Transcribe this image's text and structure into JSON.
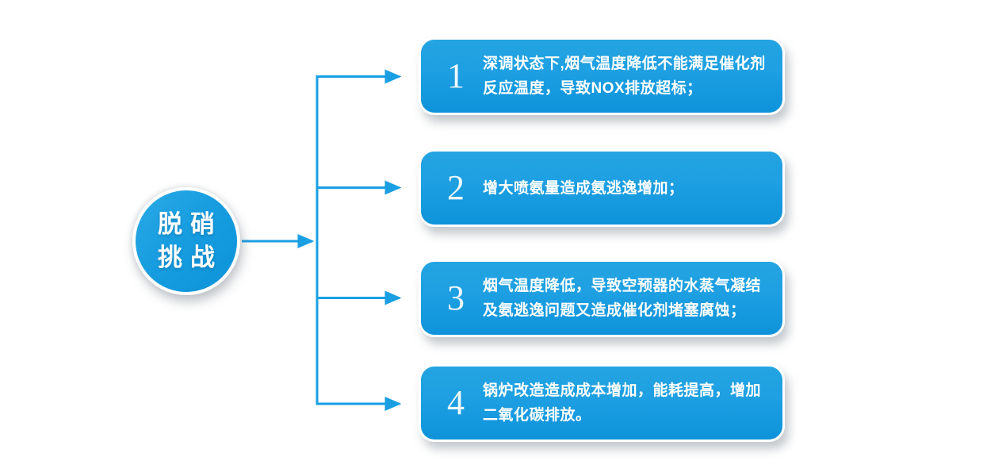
{
  "diagram_title": "脱硝挑战",
  "hub": {
    "label": "脱硝\n挑战"
  },
  "items": [
    {
      "number": "1",
      "text": "深调状态下,烟气温度降低不能满足催化剂\n反应温度，导致NOX排放超标；"
    },
    {
      "number": "2",
      "text": "增大喷氨量造成氨逃逸增加；"
    },
    {
      "number": "3",
      "text": "烟气温度降低，导致空预器的水蒸气凝结\n及氨逃逸问题又造成催化剂堵塞腐蚀；"
    },
    {
      "number": "4",
      "text": "锅炉改造造成成本增加，能耗提高，增加\n二氧化碳排放。"
    }
  ],
  "colors": {
    "accent_blue": "#1a9fe3",
    "card_gradient_top": "#24a4e1",
    "card_gradient_bottom": "#0e93da",
    "text_white": "#ffffff",
    "background": "#ffffff"
  }
}
